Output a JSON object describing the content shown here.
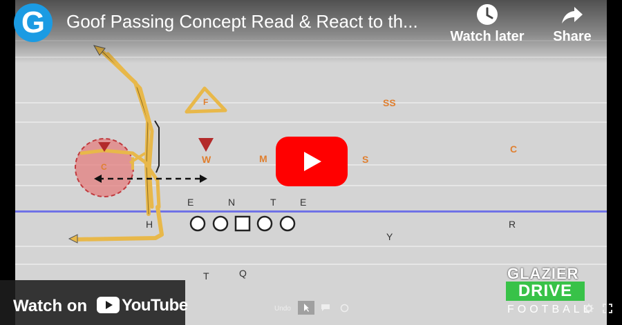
{
  "header": {
    "channel_initial": "G",
    "title": "Goof Passing Concept Read & React to th...",
    "watch_later_label": "Watch later",
    "share_label": "Share"
  },
  "diagram": {
    "defense": [
      {
        "label": "SS"
      },
      {
        "label": "F"
      },
      {
        "label": "W"
      },
      {
        "label": "M"
      },
      {
        "label": "S"
      },
      {
        "label": "C"
      },
      {
        "label": "C"
      }
    ],
    "offense": [
      {
        "label": "E"
      },
      {
        "label": "N"
      },
      {
        "label": "T"
      },
      {
        "label": "E"
      },
      {
        "label": "H"
      },
      {
        "label": "R"
      },
      {
        "label": "Y"
      },
      {
        "label": "T"
      },
      {
        "label": "Q"
      }
    ]
  },
  "controls": {
    "undo_label": "Undo"
  },
  "branding": {
    "line1": "GLAZIER",
    "line2": "DRIVE",
    "line3": "FOOTBALL"
  },
  "watch_on": {
    "label": "Watch on",
    "youtube_label": "YouTube"
  },
  "colors": {
    "play_red": "#ff0000",
    "route_yellow": "#e8b84a",
    "defense_orange": "#e07f2f",
    "scrimmage_blue": "#6f72e6",
    "brand_green": "#38c248",
    "channel_blue": "#1b9be3"
  }
}
